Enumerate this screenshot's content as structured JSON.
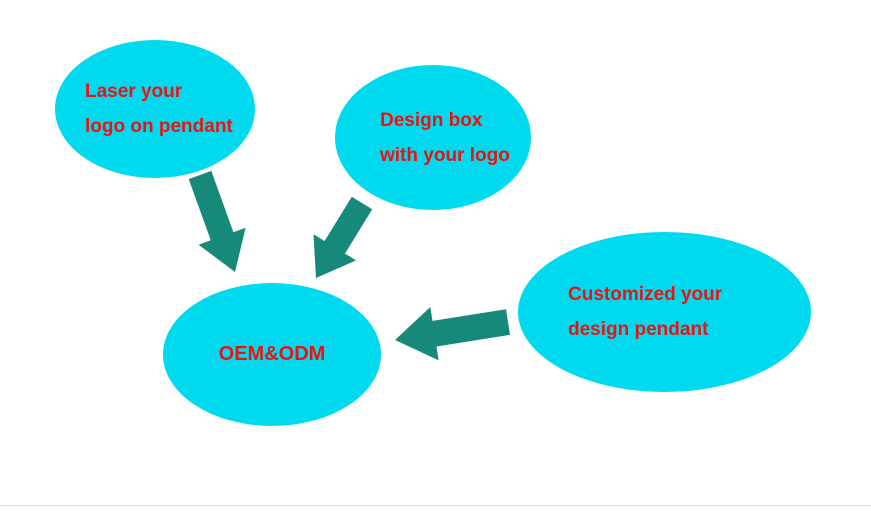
{
  "colors": {
    "background": "#ffffff",
    "ellipse_fill": "#00daef",
    "arrow_fill": "#17897b",
    "text": "#ee1111"
  },
  "nodes": {
    "laser": {
      "line1": "Laser your",
      "line2": "logo on pendant"
    },
    "design_box": {
      "line1": "Design box",
      "line2": "with your logo"
    },
    "customized": {
      "line1": "Customized your",
      "line2": "design pendant"
    },
    "center": {
      "label": "OEM&ODM"
    }
  },
  "icons": {
    "arrow_1": "arrow-laser-to-center",
    "arrow_2": "arrow-designbox-to-center",
    "arrow_3": "arrow-customized-to-center"
  }
}
